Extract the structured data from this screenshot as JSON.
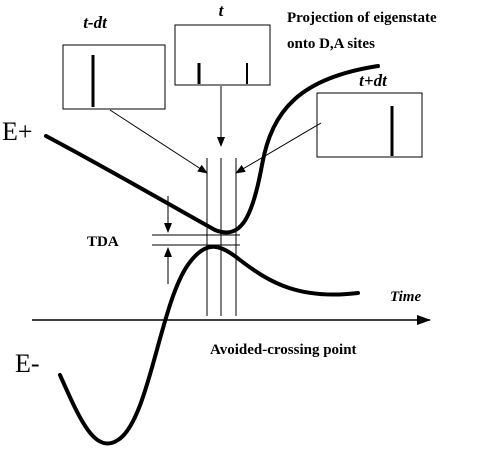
{
  "labels": {
    "energy_upper": "E+",
    "energy_lower": "E-",
    "time_axis": "Time",
    "tda": "TDA",
    "avoided_crossing": "Avoided-crossing point",
    "projection_line1": "Projection of eigenstate",
    "projection_line2": "onto D,A sites"
  },
  "snapshots": [
    {
      "label": "t-dt"
    },
    {
      "label": "t"
    },
    {
      "label": "t+dt"
    }
  ],
  "colors": {
    "ink": "#000000",
    "background": "#ffffff"
  }
}
